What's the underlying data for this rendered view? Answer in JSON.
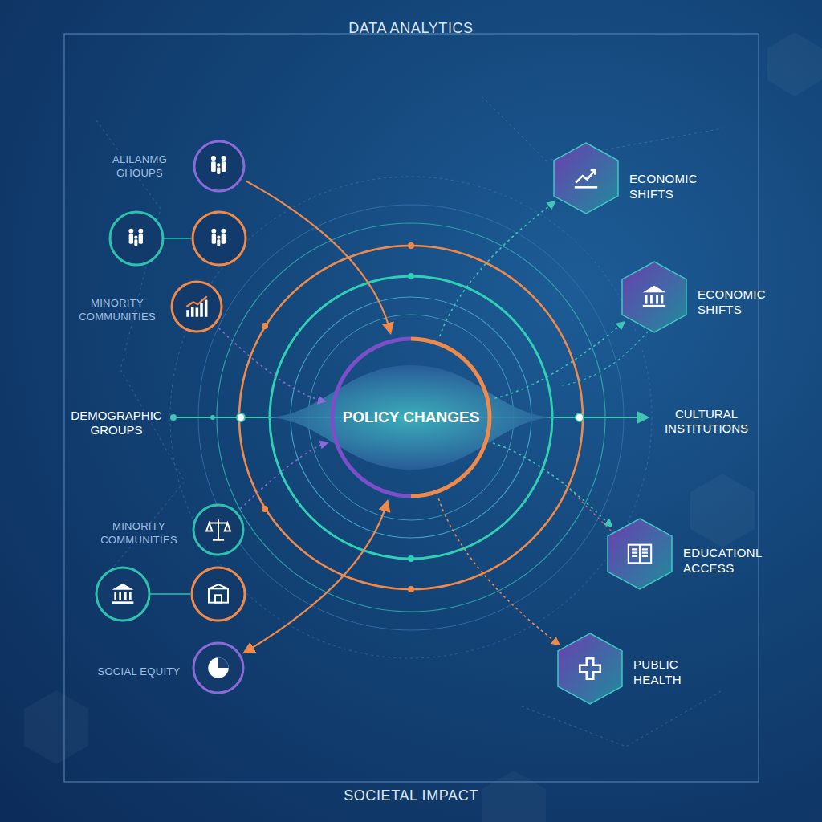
{
  "diagram": {
    "title": "DATA ANALYTICS",
    "caption": "SOCIETAL IMPACT",
    "nodes": [
      {
        "text": [
          "ALILANMG GHOUPS"
        ]
      },
      {
        "text": [
          "MINORITY COMMUNITIES"
        ]
      },
      {
        "text": [
          "MINORITY COMMUNITIES"
        ]
      },
      {
        "text": [
          "SOCIAL EQUITY"
        ]
      },
      {
        "text": [
          "POLICY CHANGES"
        ]
      },
      {
        "text": [
          "ECONOMIC SHIFTS"
        ]
      },
      {
        "text": [
          "ECONOMIC SHIFTS"
        ]
      },
      {
        "text": [
          "EDUCATIONL ACCESS"
        ]
      },
      {
        "text": [
          "PUBLIC HEALTH"
        ]
      }
    ],
    "edges": [
      {
        "from": 0,
        "to": 4,
        "arrow": "to"
      },
      {
        "from": 1,
        "to": 4,
        "arrow": "to"
      },
      {
        "from": 2,
        "to": 4,
        "arrow": "to"
      },
      {
        "from": 3,
        "to": 4,
        "arrow": "both"
      },
      {
        "from": 4,
        "to": 5,
        "arrow": "to"
      },
      {
        "from": 4,
        "to": 6,
        "arrow": "to"
      },
      {
        "from": 4,
        "to": 7,
        "arrow": "to"
      },
      {
        "from": 4,
        "to": 8,
        "arrow": "to"
      }
    ],
    "labels": [
      "DEMOGRAPHIC GROUPS",
      "CULTURAL INSTITUTIONS"
    ]
  }
}
